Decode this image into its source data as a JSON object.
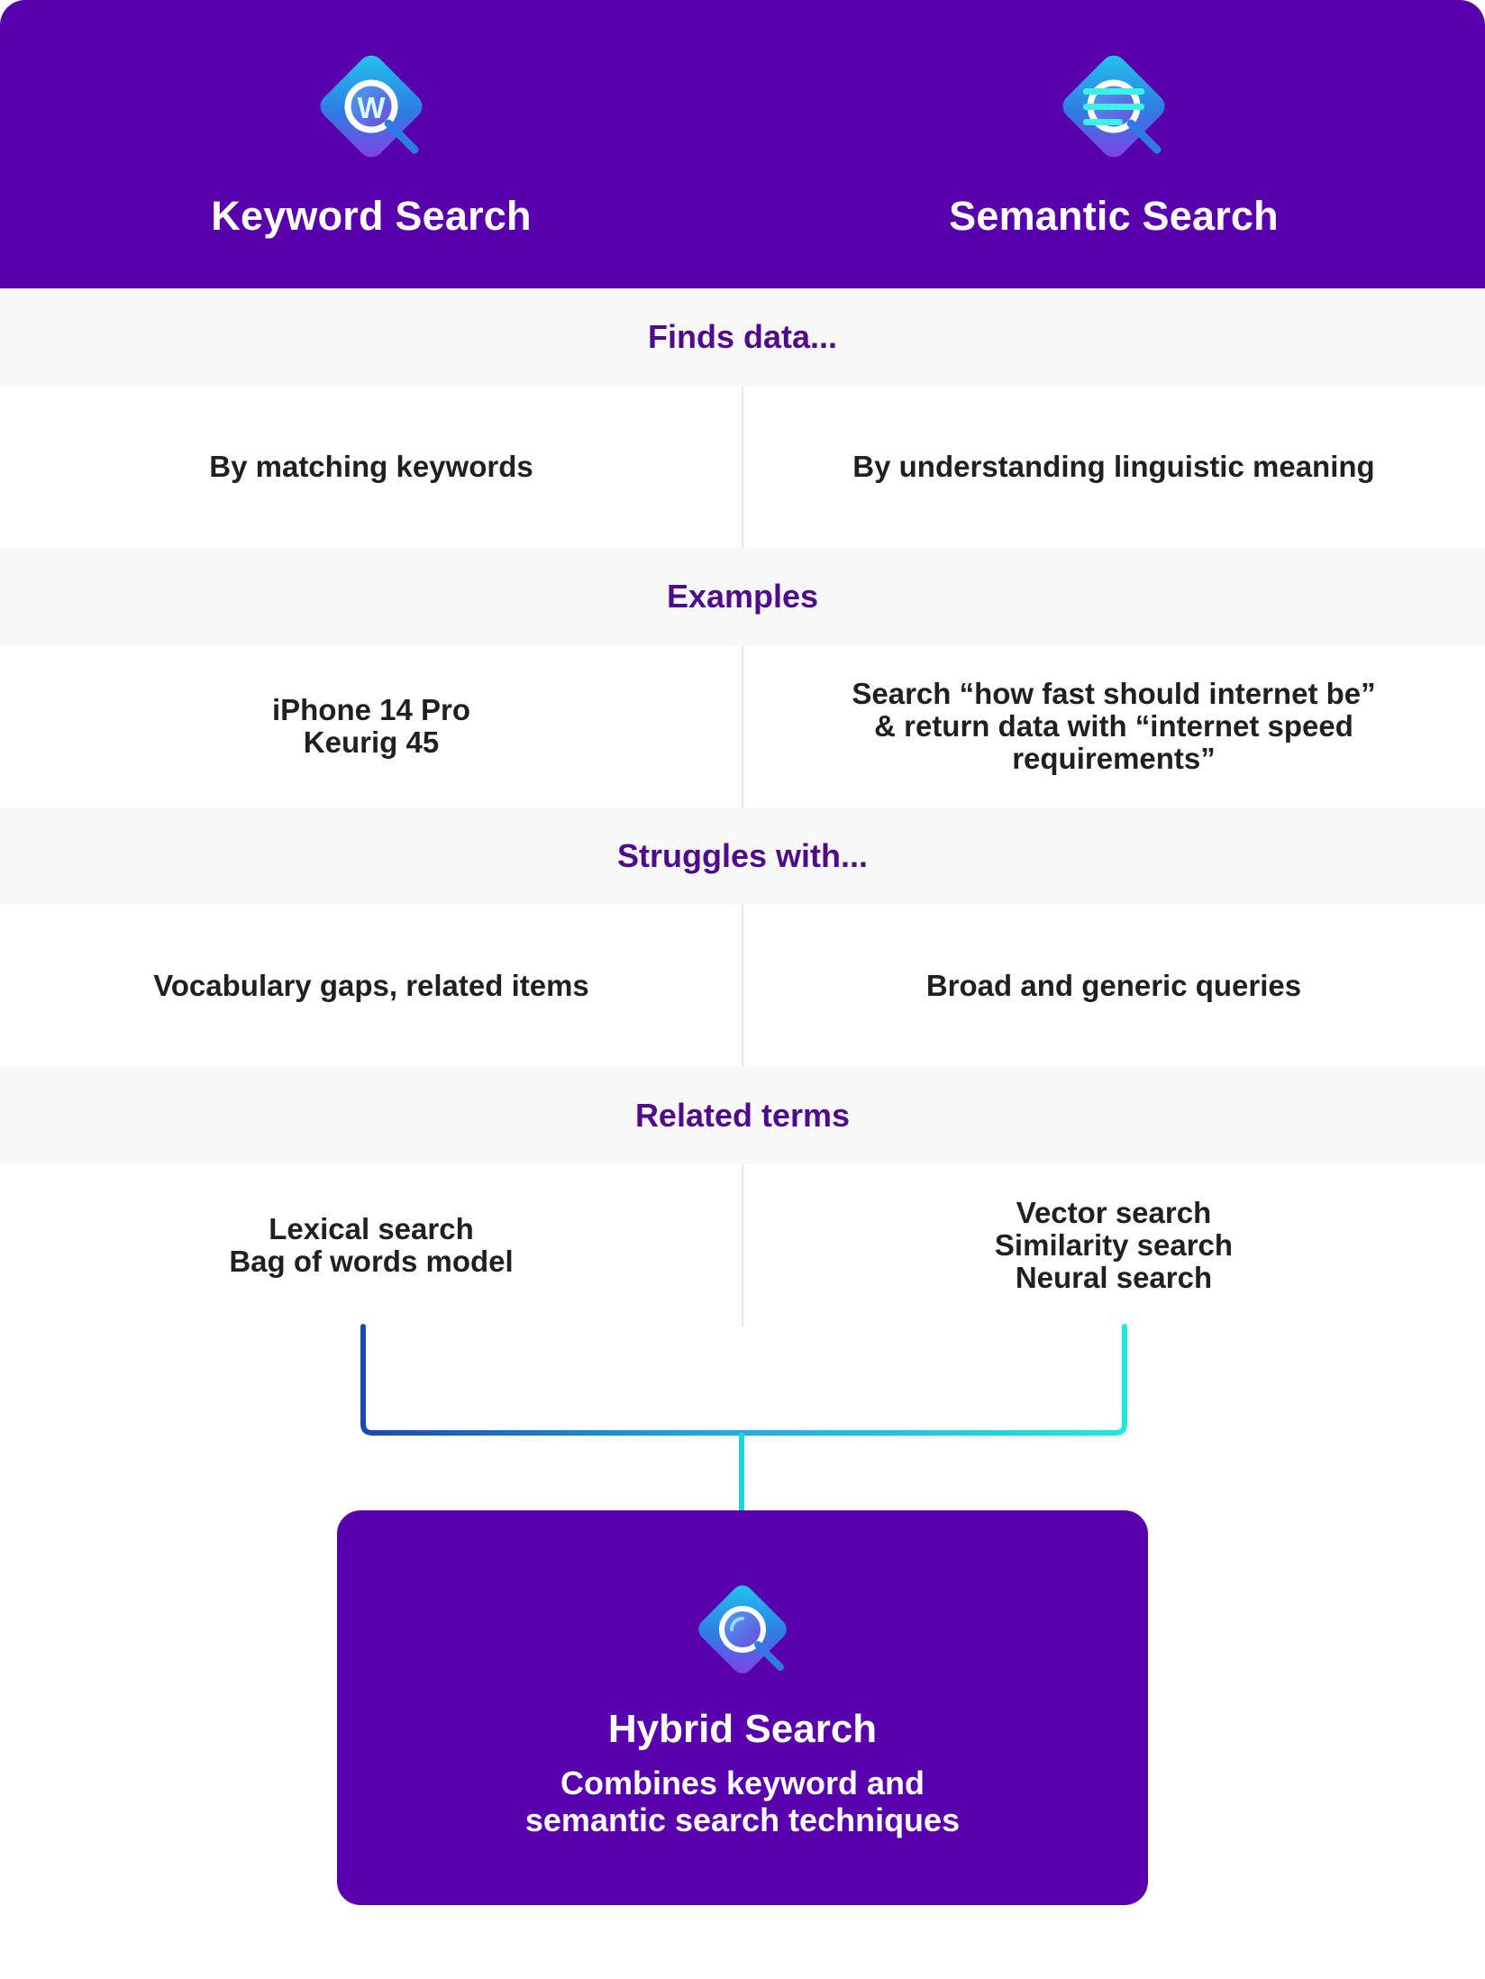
{
  "header": {
    "left_title": "Keyword Search",
    "right_title": "Semantic Search",
    "left_icon_letter": "W"
  },
  "sections": [
    {
      "title": "Finds data...",
      "left": [
        "By matching keywords"
      ],
      "right": [
        "By understanding linguistic meaning"
      ]
    },
    {
      "title": "Examples",
      "left": [
        "iPhone 14 Pro",
        "Keurig 45"
      ],
      "right": [
        "Search “how fast should internet be”",
        "& return data with “internet speed",
        "requirements”"
      ]
    },
    {
      "title": "Struggles with...",
      "left": [
        "Vocabulary gaps, related items"
      ],
      "right": [
        "Broad and generic queries"
      ]
    },
    {
      "title": "Related terms",
      "left": [
        "Lexical search",
        "Bag of words model"
      ],
      "right": [
        "Vector search",
        "Similarity search",
        "Neural search"
      ]
    }
  ],
  "hybrid": {
    "title": "Hybrid Search",
    "subtitle_lines": [
      "Combines keyword and",
      "semantic search techniques"
    ]
  },
  "colors": {
    "brand_purple": "#5800ab",
    "section_title": "#4e0c8c",
    "band_bg": "#f8f8f8",
    "connector_start": "#1b47b5",
    "connector_end": "#1de9dc"
  },
  "icons": {
    "keyword": "keyword-search-icon",
    "semantic": "semantic-search-icon",
    "hybrid": "hybrid-search-icon"
  }
}
